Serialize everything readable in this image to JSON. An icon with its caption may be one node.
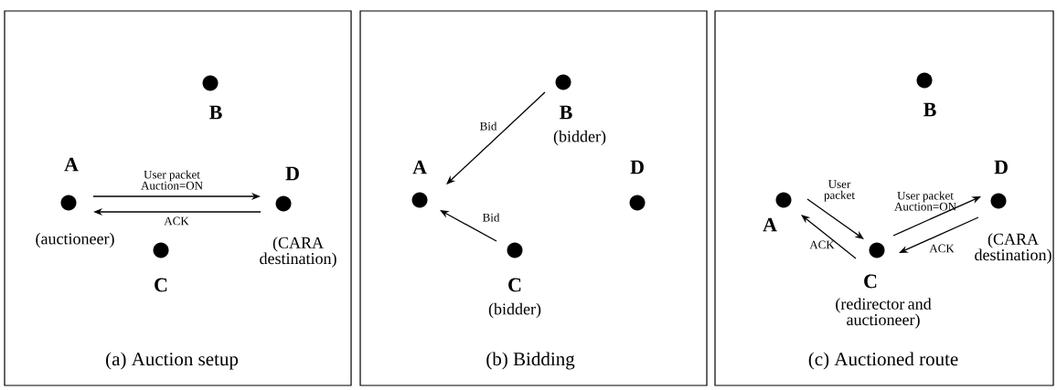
{
  "diagram": {
    "nodes": [
      {
        "text": [
          "(a) Auction setup"
        ]
      },
      {
        "text": [
          "A",
          "(auctioneer)"
        ],
        "in": 0
      },
      {
        "text": [
          "B"
        ],
        "in": 0
      },
      {
        "text": [
          "C"
        ],
        "in": 0
      },
      {
        "text": [
          "D",
          "(CARA destination)"
        ],
        "in": 0
      },
      {
        "text": [
          "(b) Bidding"
        ]
      },
      {
        "text": [
          "A"
        ],
        "in": 5
      },
      {
        "text": [
          "B",
          "(bidder)"
        ],
        "in": 5
      },
      {
        "text": [
          "C",
          "(bidder)"
        ],
        "in": 5
      },
      {
        "text": [
          "D"
        ],
        "in": 5
      },
      {
        "text": [
          "(c) Auctioned route"
        ]
      },
      {
        "text": [
          "A"
        ],
        "in": 10
      },
      {
        "text": [
          "B"
        ],
        "in": 10
      },
      {
        "text": [
          "C",
          "(redirector and auctioneer)"
        ],
        "in": 10
      },
      {
        "text": [
          "D",
          "(CARA destination)"
        ],
        "in": 10
      }
    ],
    "edges": [
      {
        "from": 1,
        "to": 4,
        "arrow": "to",
        "label": "User packet Auction=ON"
      },
      {
        "from": 4,
        "to": 1,
        "arrow": "to",
        "label": "ACK"
      },
      {
        "from": 7,
        "to": 6,
        "arrow": "to",
        "label": "Bid"
      },
      {
        "from": 8,
        "to": 6,
        "arrow": "to",
        "label": "Bid"
      },
      {
        "from": 11,
        "to": 13,
        "arrow": "to",
        "label": "User packet"
      },
      {
        "from": 13,
        "to": 11,
        "arrow": "to",
        "label": "ACK"
      },
      {
        "from": 13,
        "to": 14,
        "arrow": "to",
        "label": "User packet Auction=ON"
      },
      {
        "from": 14,
        "to": 13,
        "arrow": "to",
        "label": "ACK"
      }
    ]
  }
}
